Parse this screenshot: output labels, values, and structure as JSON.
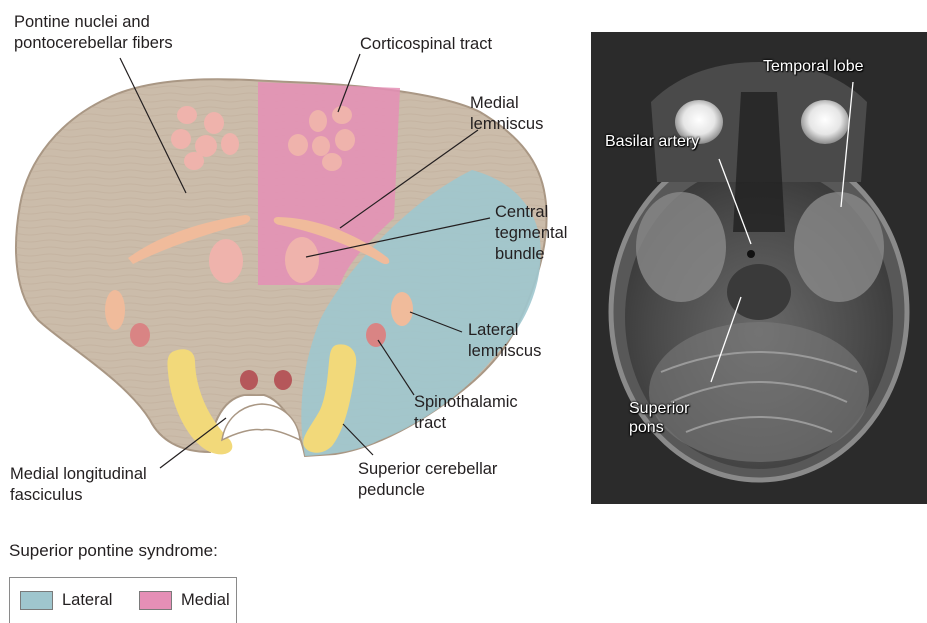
{
  "labels": {
    "pontine_nuclei_line1": "Pontine nuclei and",
    "pontine_nuclei_line2": "pontocerebellar fibers",
    "corticospinal": "Corticospinal tract",
    "medial_lemniscus_line1": "Medial",
    "medial_lemniscus_line2": "lemniscus",
    "central_tegmental_line1": "Central",
    "central_tegmental_line2": "tegmental",
    "central_tegmental_line3": "bundle",
    "lateral_lemniscus_line1": "Lateral",
    "lateral_lemniscus_line2": "lemniscus",
    "spinothalamic_line1": "Spinothalamic",
    "spinothalamic_line2": "tract",
    "mlf_line1": "Medial longitudinal",
    "mlf_line2": "fasciculus",
    "scp_line1": "Superior cerebellar",
    "scp_line2": "peduncle"
  },
  "mri_labels": {
    "temporal_lobe": "Temporal lobe",
    "basilar_artery": "Basilar artery",
    "superior_pons_line1": "Superior",
    "superior_pons_line2": "pons"
  },
  "legend": {
    "title": "Superior pontine syndrome:",
    "items": [
      {
        "label": "Lateral",
        "color": "#9fc6ce"
      },
      {
        "label": "Medial",
        "color": "#e58fb6"
      }
    ]
  },
  "colors": {
    "pons_tissue": "#cbbcaa",
    "lateral_region": "#9fc6ce",
    "medial_region": "#e58fb6",
    "nuclei_pink": "#efb3ac",
    "lemniscus_peach": "#f0bb9b",
    "spinothalamic_red": "#d98484",
    "mlf_dark": "#b5575a",
    "scp_yellow": "#f2d97a"
  }
}
